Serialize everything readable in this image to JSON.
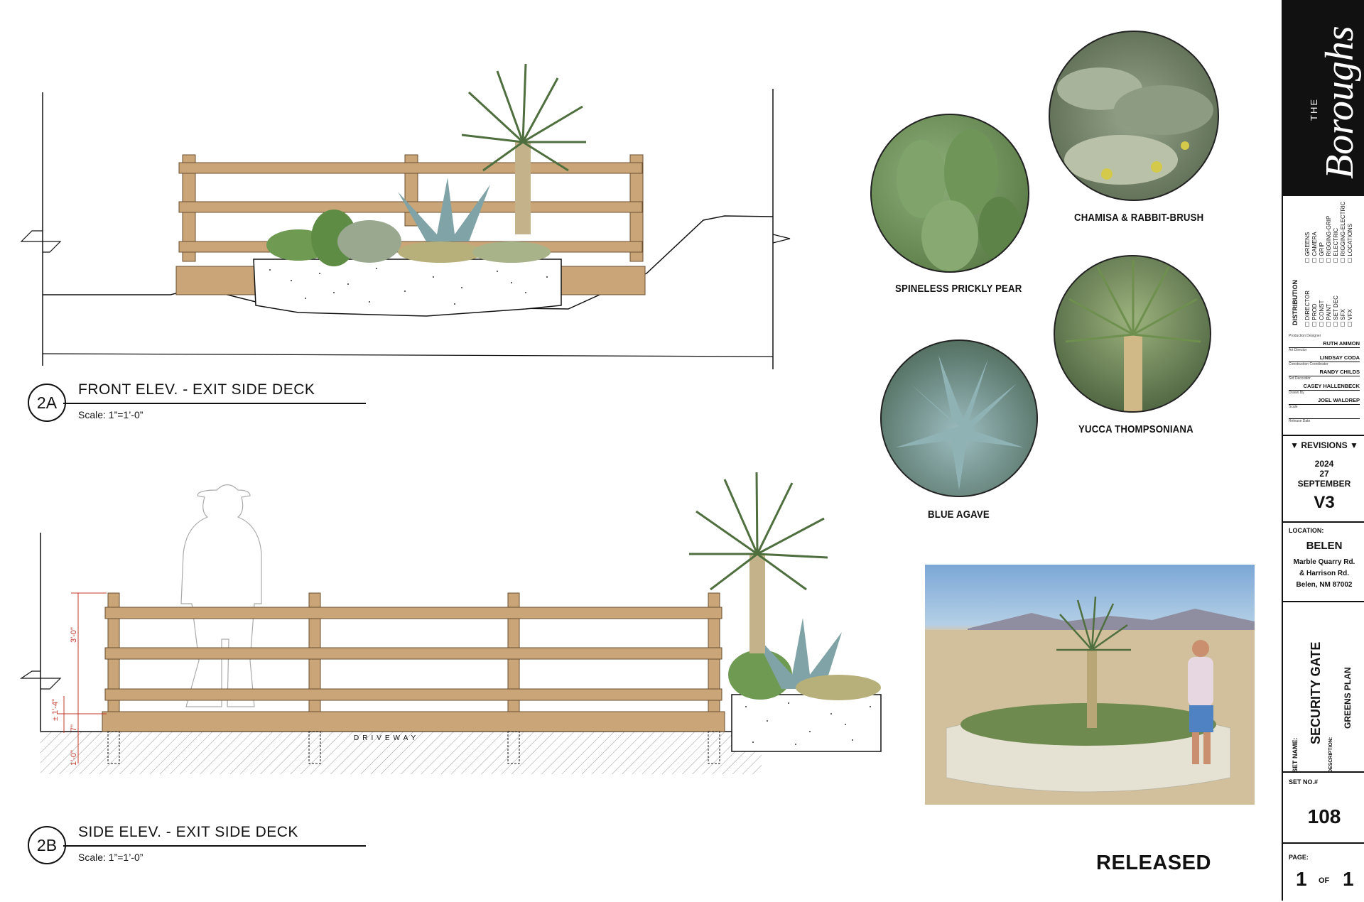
{
  "drawings": [
    {
      "tag": "2A",
      "title": "FRONT ELEV. - EXIT SIDE DECK",
      "scale": "Scale: 1”=1’-0”"
    },
    {
      "tag": "2B",
      "title": "SIDE ELEV. - EXIT SIDE DECK",
      "scale": "Scale: 1”=1’-0”"
    }
  ],
  "dimensions": {
    "d1": "3'-0\"",
    "d2": "± 1'-4\"",
    "d3": "7\"",
    "d4": "1'-0\"",
    "driveway": "DRIVEWAY"
  },
  "plants": [
    {
      "name": "SPINELESS PRICKLY PEAR"
    },
    {
      "name": "CHAMISA & RABBIT-BRUSH"
    },
    {
      "name": "BLUE AGAVE"
    },
    {
      "name": "YUCCA THOMPSONIANA"
    }
  ],
  "status": "RELEASED",
  "title_block": {
    "logo_the": "THE",
    "logo_name": "Boroughs",
    "distribution_label": "DISTRIBUTION",
    "distribution_col1": [
      "DIRECTOR",
      "PROD",
      "CONST",
      "PAINT",
      "SET DEC",
      "SFX",
      "VFX"
    ],
    "distribution_col2": [
      "GREENS",
      "CAMERA",
      "GRIP",
      "RIGGING-GRIP",
      "ELECTRIC",
      "RIGGING-ELECTRIC",
      "LOCATIONS"
    ],
    "credits": [
      {
        "role": "Production Designer",
        "name": "RUTH AMMON"
      },
      {
        "role": "Art Director",
        "name": "LINDSAY CODA"
      },
      {
        "role": "Construction Coordinator",
        "name": "RANDY CHILDS"
      },
      {
        "role": "Set Decorator",
        "name": "CASEY HALLENBECK"
      },
      {
        "role": "Drawn By",
        "name": "JOEL WALDREP"
      },
      {
        "role": "Scale",
        "name": ""
      },
      {
        "role": "Release Date",
        "name": ""
      }
    ],
    "revisions_label": "REVISIONS",
    "rev_year": "2024",
    "rev_day": "27",
    "rev_month": "SEPTEMBER",
    "rev_version": "V3",
    "location_label": "LOCATION:",
    "location_city": "BELEN",
    "location_addr1": "Marble Quarry Rd.",
    "location_addr2": "& Harrison Rd.",
    "location_addr3": "Belen, NM 87002",
    "set_name_label": "SET NAME:",
    "set_name": "SECURITY GATE",
    "description_label": "DESCRIPTION:",
    "description": "GREENS PLAN",
    "set_no_label": "SET NO.#",
    "set_no": "108",
    "page_label": "PAGE:",
    "page_num": "1",
    "page_of": "OF",
    "page_total": "1"
  },
  "colors": {
    "wood": "#c9a577",
    "wood_dark": "#8a6a42",
    "dim_red": "#c0392b",
    "agave": "#7fa3a6",
    "cactus": "#6f9a52"
  }
}
